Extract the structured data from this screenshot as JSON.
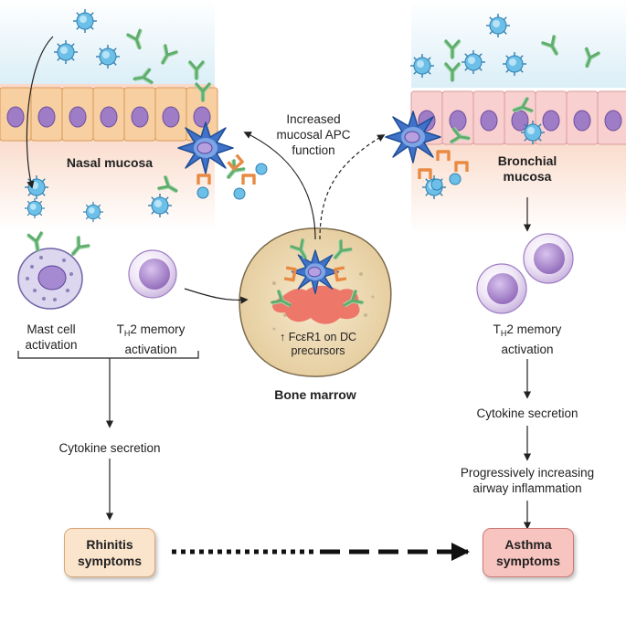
{
  "labels": {
    "nasal_mucosa": "Nasal mucosa",
    "bronchial_mucosa_1": "Bronchial",
    "bronchial_mucosa_2": "mucosa",
    "increased_apc_1": "Increased",
    "increased_apc_2": "mucosal APC",
    "increased_apc_3": "function",
    "fce_line1": "FcεR1 on DC",
    "fce_arrow": "↑",
    "fce_line2": "precursors",
    "bone_marrow": "Bone marrow",
    "mast_cell_1": "Mast cell",
    "mast_cell_2": "activation",
    "th2_left_T": "T",
    "th2_left_H": "H",
    "th2_left_rest": "2 memory",
    "th2_left_2": "activation",
    "cytokine_left": "Cytokine secretion",
    "th2_right_T": "T",
    "th2_right_H": "H",
    "th2_right_rest": "2 memory",
    "th2_right_2": "activation",
    "cytokine_right": "Cytokine secretion",
    "inflammation_1": "Progressively increasing",
    "inflammation_2": "airway inflammation"
  },
  "boxes": {
    "rhinitis_1": "Rhinitis",
    "rhinitis_2": "symptoms",
    "asthma_1": "Asthma",
    "asthma_2": "symptoms"
  },
  "colors": {
    "epithelium_fill": "#f6c99a",
    "nucleus": "#a884c9",
    "mucosa_tint": "#f9e3d3",
    "lumen_tint": "#e4f1f8",
    "dendritic_cell": "#3b6fc4",
    "allergen": "#5fb8e3",
    "ige_antibody": "#7cc088",
    "fc_receptor": "#f0a060",
    "bone_marrow_fill": "#ecd8b2",
    "bone_marrow_red": "#e8625a",
    "rhinitis_box": "#fbe3c9",
    "asthma_box": "#f7c0bd"
  }
}
